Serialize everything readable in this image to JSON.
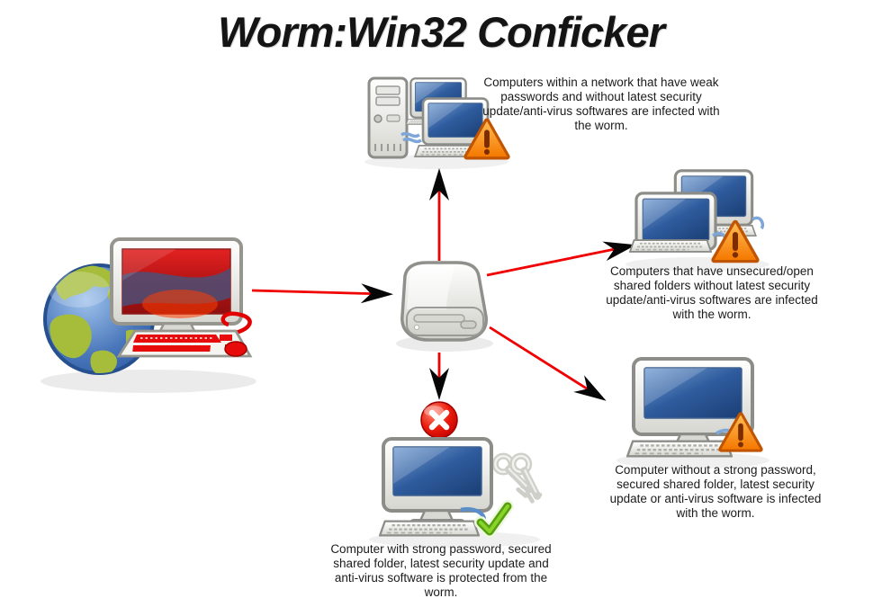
{
  "title": "Worm:Win32 Conficker",
  "captions": {
    "network": "Computers within a network that have weak passwords and without latest security update/anti-virus softwares are infected with the worm.",
    "shared_folders": "Computers that have unsecured/open shared folders without latest security update/anti-virus softwares are infected with the worm.",
    "unprotected": "Computer without a strong password, secured shared folder, latest security update or anti-virus software is infected with the worm.",
    "protected": "Computer with strong password, secured shared folder, latest security update and anti-virus software is protected from the worm."
  },
  "icons": {
    "internet-infected-computer-icon": "blue globe behind desktop computer with red screen and red keyboard",
    "removable-drive-icon": "white external removable drive",
    "network-computers-warning-icon": "server tower with two networked computers and warning triangle",
    "shared-computers-warning-icon": "two desktop computers with warning triangle",
    "unprotected-computer-warning-icon": "desktop computer with warning triangle",
    "protected-computer-icon": "desktop computer with keys and green checkmark",
    "warning-icon": "orange triangle with exclamation mark",
    "blocked-icon": "red sphere with white X",
    "keys-icon": "pair of metal keys",
    "check-icon": "green checkmark",
    "infection-arrow": "red line with black barbed arrowhead"
  },
  "colors": {
    "background": "#ffffff",
    "text": "#1b1b1b",
    "arrow_red": "#f00000",
    "arrowhead_black": "#060606",
    "warning_orange": "#f57900",
    "screen_blue": "#204a87",
    "infected_red": "#cc0000",
    "protected_green": "#73d216",
    "body_gray": "#d9d9d4"
  }
}
